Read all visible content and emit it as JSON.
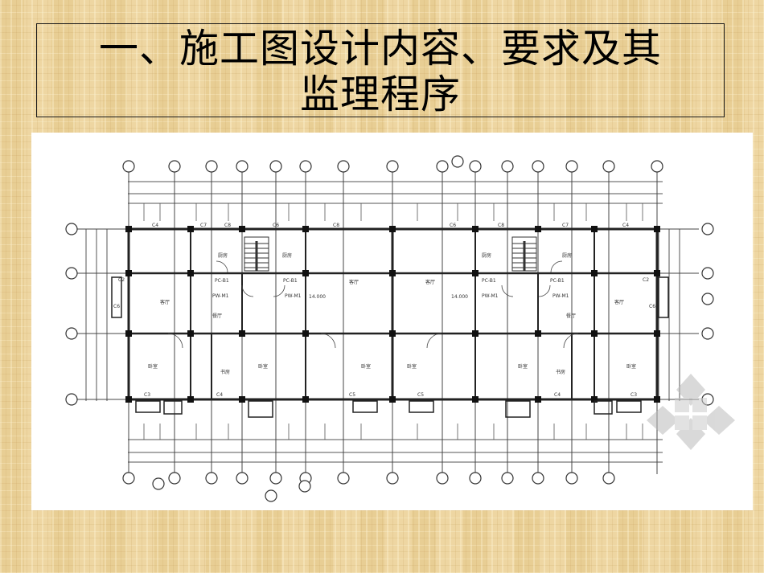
{
  "slide": {
    "title_line1": "一、施工图设计内容、要求及其",
    "title_line2": "监理程序",
    "background_color": "#EBD39E",
    "title_color": "#000000"
  },
  "floor_plan": {
    "description": "Residential building standard floor plan drawing (symmetric two-unit layout)",
    "window_labels_top": [
      "C4",
      "C7",
      "C8",
      "C6",
      "C8",
      "C6",
      "C8",
      "C7",
      "C4"
    ],
    "window_labels_bottom": [
      "C3",
      "C4",
      "C5",
      "C5",
      "C4",
      "C3"
    ],
    "door_labels": [
      "PC-B1",
      "PC-B1",
      "PC-B1",
      "PC-B1"
    ],
    "wall_labels": [
      "PW-M1",
      "PW-M1",
      "PW-M1",
      "PW-M1"
    ],
    "side_labels": [
      "C2",
      "C6",
      "C2",
      "C6"
    ],
    "elevation_marks": [
      "14.000",
      "14.000"
    ],
    "room_labels": {
      "living": "客厅",
      "bedroom": "卧室",
      "kitchen": "厨房",
      "dining": "餐厅",
      "study": "书房"
    },
    "watermark": "gray-star-logo"
  }
}
